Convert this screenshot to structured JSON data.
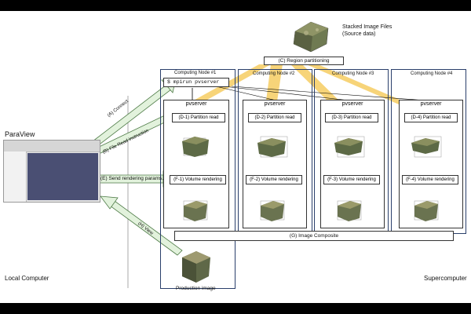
{
  "source": {
    "label_line1": "Stacked Image Files",
    "label_line2": "(Source data)"
  },
  "partition": {
    "label": "(C) Region partitioning"
  },
  "local": {
    "app_title": "ParaView",
    "bottom_label": "Local Computer"
  },
  "remote": {
    "bottom_label": "Supercomputer",
    "mpirun": "$ mpirun pvserver"
  },
  "nodes": [
    {
      "title": "Computing Node #1",
      "server": "pvserver",
      "read": "(D-1) Partition read",
      "render": "(F-1) Volume rendering"
    },
    {
      "title": "Computing Node #2",
      "server": "pvserver",
      "read": "(D-2) Partition read",
      "render": "(F-2) Volume rendering"
    },
    {
      "title": "Computing Node #3",
      "server": "pvserver",
      "read": "(D-3) Partition read",
      "render": "(F-3) Volume rendering"
    },
    {
      "title": "Computing Node #4",
      "server": "pvserver",
      "read": "(D-4) Partition read",
      "render": "(F-4) Volume rendering"
    }
  ],
  "composite": {
    "label": "(G) Image Composite"
  },
  "arrows": {
    "connect": "(A) Connect",
    "file_read": "(B) File Read instruction",
    "send_render": "(E) Send rendering params.",
    "view": "(H) View"
  },
  "production": {
    "label": "Production image"
  },
  "colors": {
    "node_border": "#2a3f6b",
    "green_fill": "#e2f2dc",
    "green_stroke": "#4d7a46",
    "yellow": "#f6cf6a",
    "orange": "#f1a535"
  }
}
